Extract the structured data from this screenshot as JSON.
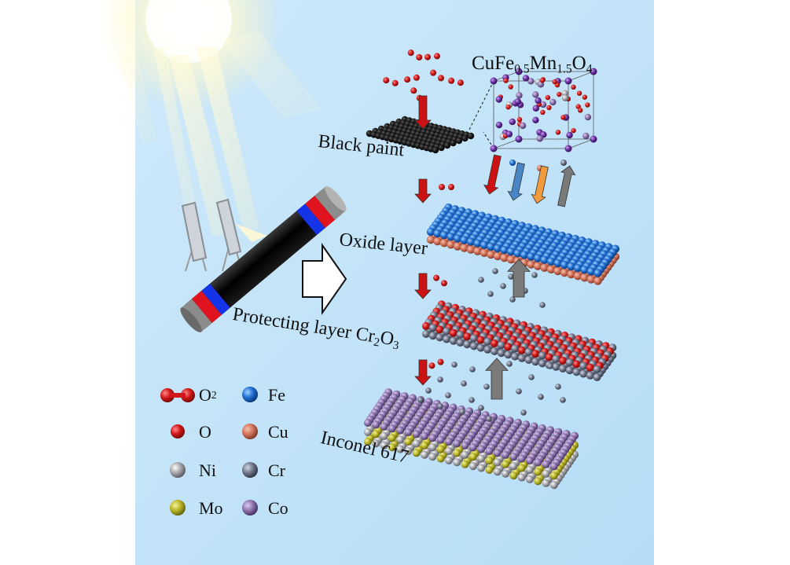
{
  "colors": {
    "background_panel": "#b9dff7",
    "sun": "#fffbe0",
    "oxygen": "#d11818",
    "fe": "#1f6fd1",
    "cu": "#d2725a",
    "ni": "#a6a6ab",
    "cr": "#6f7789",
    "mo": "#b8b426",
    "co": "#8d74ad",
    "arrow_red": "#cc1212",
    "arrow_blue": "#4a86c6",
    "arrow_orange": "#ef9a3c",
    "arrow_gray": "#7a7a7a"
  },
  "labels": {
    "spinel_prefix": "CuFe",
    "spinel_sub1": "0.5",
    "spinel_mid": "Mn",
    "spinel_sub2": "1.5",
    "spinel_o": "O",
    "spinel_sub3": "4",
    "black_paint": "Black paint",
    "oxide_layer": "Oxide layer",
    "protecting_prefix": "Protecting layer Cr",
    "protecting_sub1": "2",
    "protecting_o": "O",
    "protecting_sub2": "3",
    "inconel": "Inconel 617"
  },
  "legend": [
    {
      "symbol": "O",
      "sub": "2",
      "element": "o2"
    },
    {
      "symbol": "Fe",
      "sub": "",
      "element": "fe"
    },
    {
      "symbol": "O",
      "sub": "",
      "element": "o"
    },
    {
      "symbol": "Cu",
      "sub": "",
      "element": "cu"
    },
    {
      "symbol": "Ni",
      "sub": "",
      "element": "ni"
    },
    {
      "symbol": "Cr",
      "sub": "",
      "element": "cr"
    },
    {
      "symbol": "Mo",
      "sub": "",
      "element": "mo"
    },
    {
      "symbol": "Co",
      "sub": "",
      "element": "co"
    }
  ]
}
